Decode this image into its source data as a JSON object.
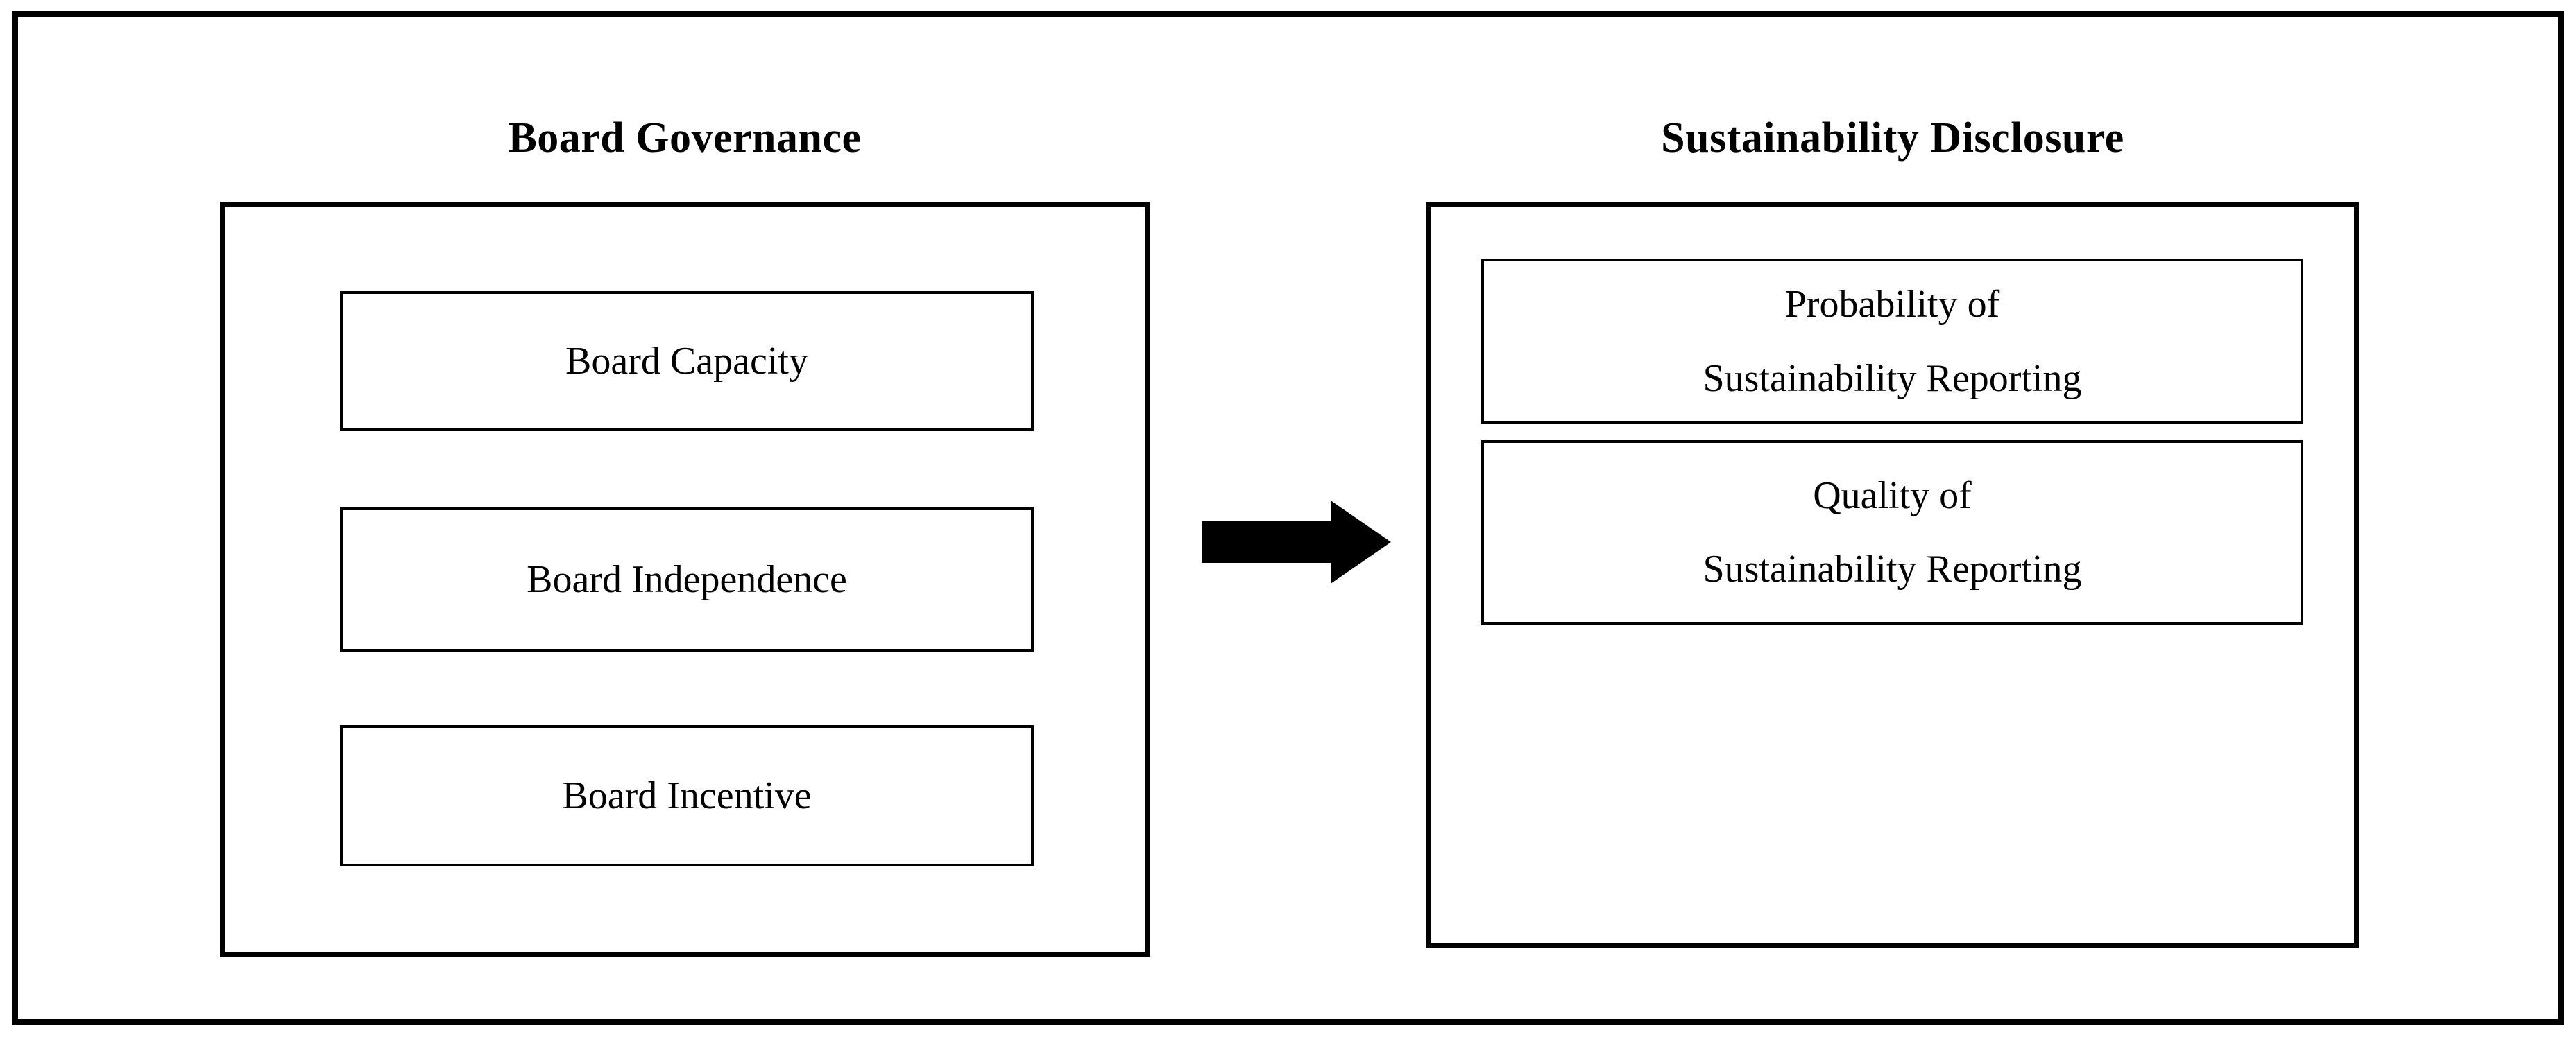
{
  "diagram": {
    "type": "conceptual-framework",
    "orientation": "left-to-right",
    "groups": [
      {
        "id": "board-governance",
        "title": "Board Governance",
        "side": "left",
        "items": [
          {
            "id": "board-capacity",
            "lines": [
              "Board Capacity"
            ]
          },
          {
            "id": "board-independence",
            "lines": [
              "Board Independence"
            ]
          },
          {
            "id": "board-incentive",
            "lines": [
              "Board Incentive"
            ]
          }
        ]
      },
      {
        "id": "sustainability-disclosure",
        "title": "Sustainability Disclosure",
        "side": "right",
        "items": [
          {
            "id": "probability-of-sustainability-reporting",
            "lines": [
              "Probability of",
              "Sustainability Reporting"
            ]
          },
          {
            "id": "quality-of-sustainability-reporting",
            "lines": [
              "Quality of",
              "Sustainability Reporting"
            ]
          }
        ]
      }
    ],
    "connector": {
      "id": "governance-to-disclosure-arrow",
      "shape": "block-arrow",
      "direction": "right",
      "from": "board-governance",
      "to": "sustainability-disclosure",
      "color": "#000000"
    },
    "colors": {
      "background": "#ffffff",
      "stroke": "#000000",
      "text": "#000000"
    }
  }
}
